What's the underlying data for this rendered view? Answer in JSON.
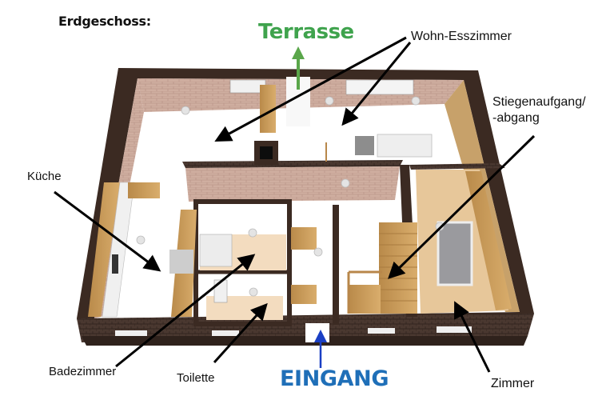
{
  "title": "Erdgeschoss:",
  "colors": {
    "terrasse": "#3fa34d",
    "eingang": "#1f6fb8",
    "arrow_blue": "#1a3fc4",
    "wall_top": "#3e2d26",
    "wall_brick": "#c9a89a",
    "wood": "#c9974e",
    "floor": "#ffffff"
  },
  "directions": {
    "terrasse": "Terrasse",
    "eingang": "EINGANG"
  },
  "rooms": [
    {
      "id": "wohn-esszimmer",
      "label": "Wohn-Esszimmer"
    },
    {
      "id": "stiegenaufgang",
      "label": "Stiegenaufgang/",
      "label2": "-abgang"
    },
    {
      "id": "kueche",
      "label": "Küche"
    },
    {
      "id": "badezimmer",
      "label": "Badezimmer"
    },
    {
      "id": "toilette",
      "label": "Toilette"
    },
    {
      "id": "zimmer",
      "label": "Zimmer"
    }
  ]
}
